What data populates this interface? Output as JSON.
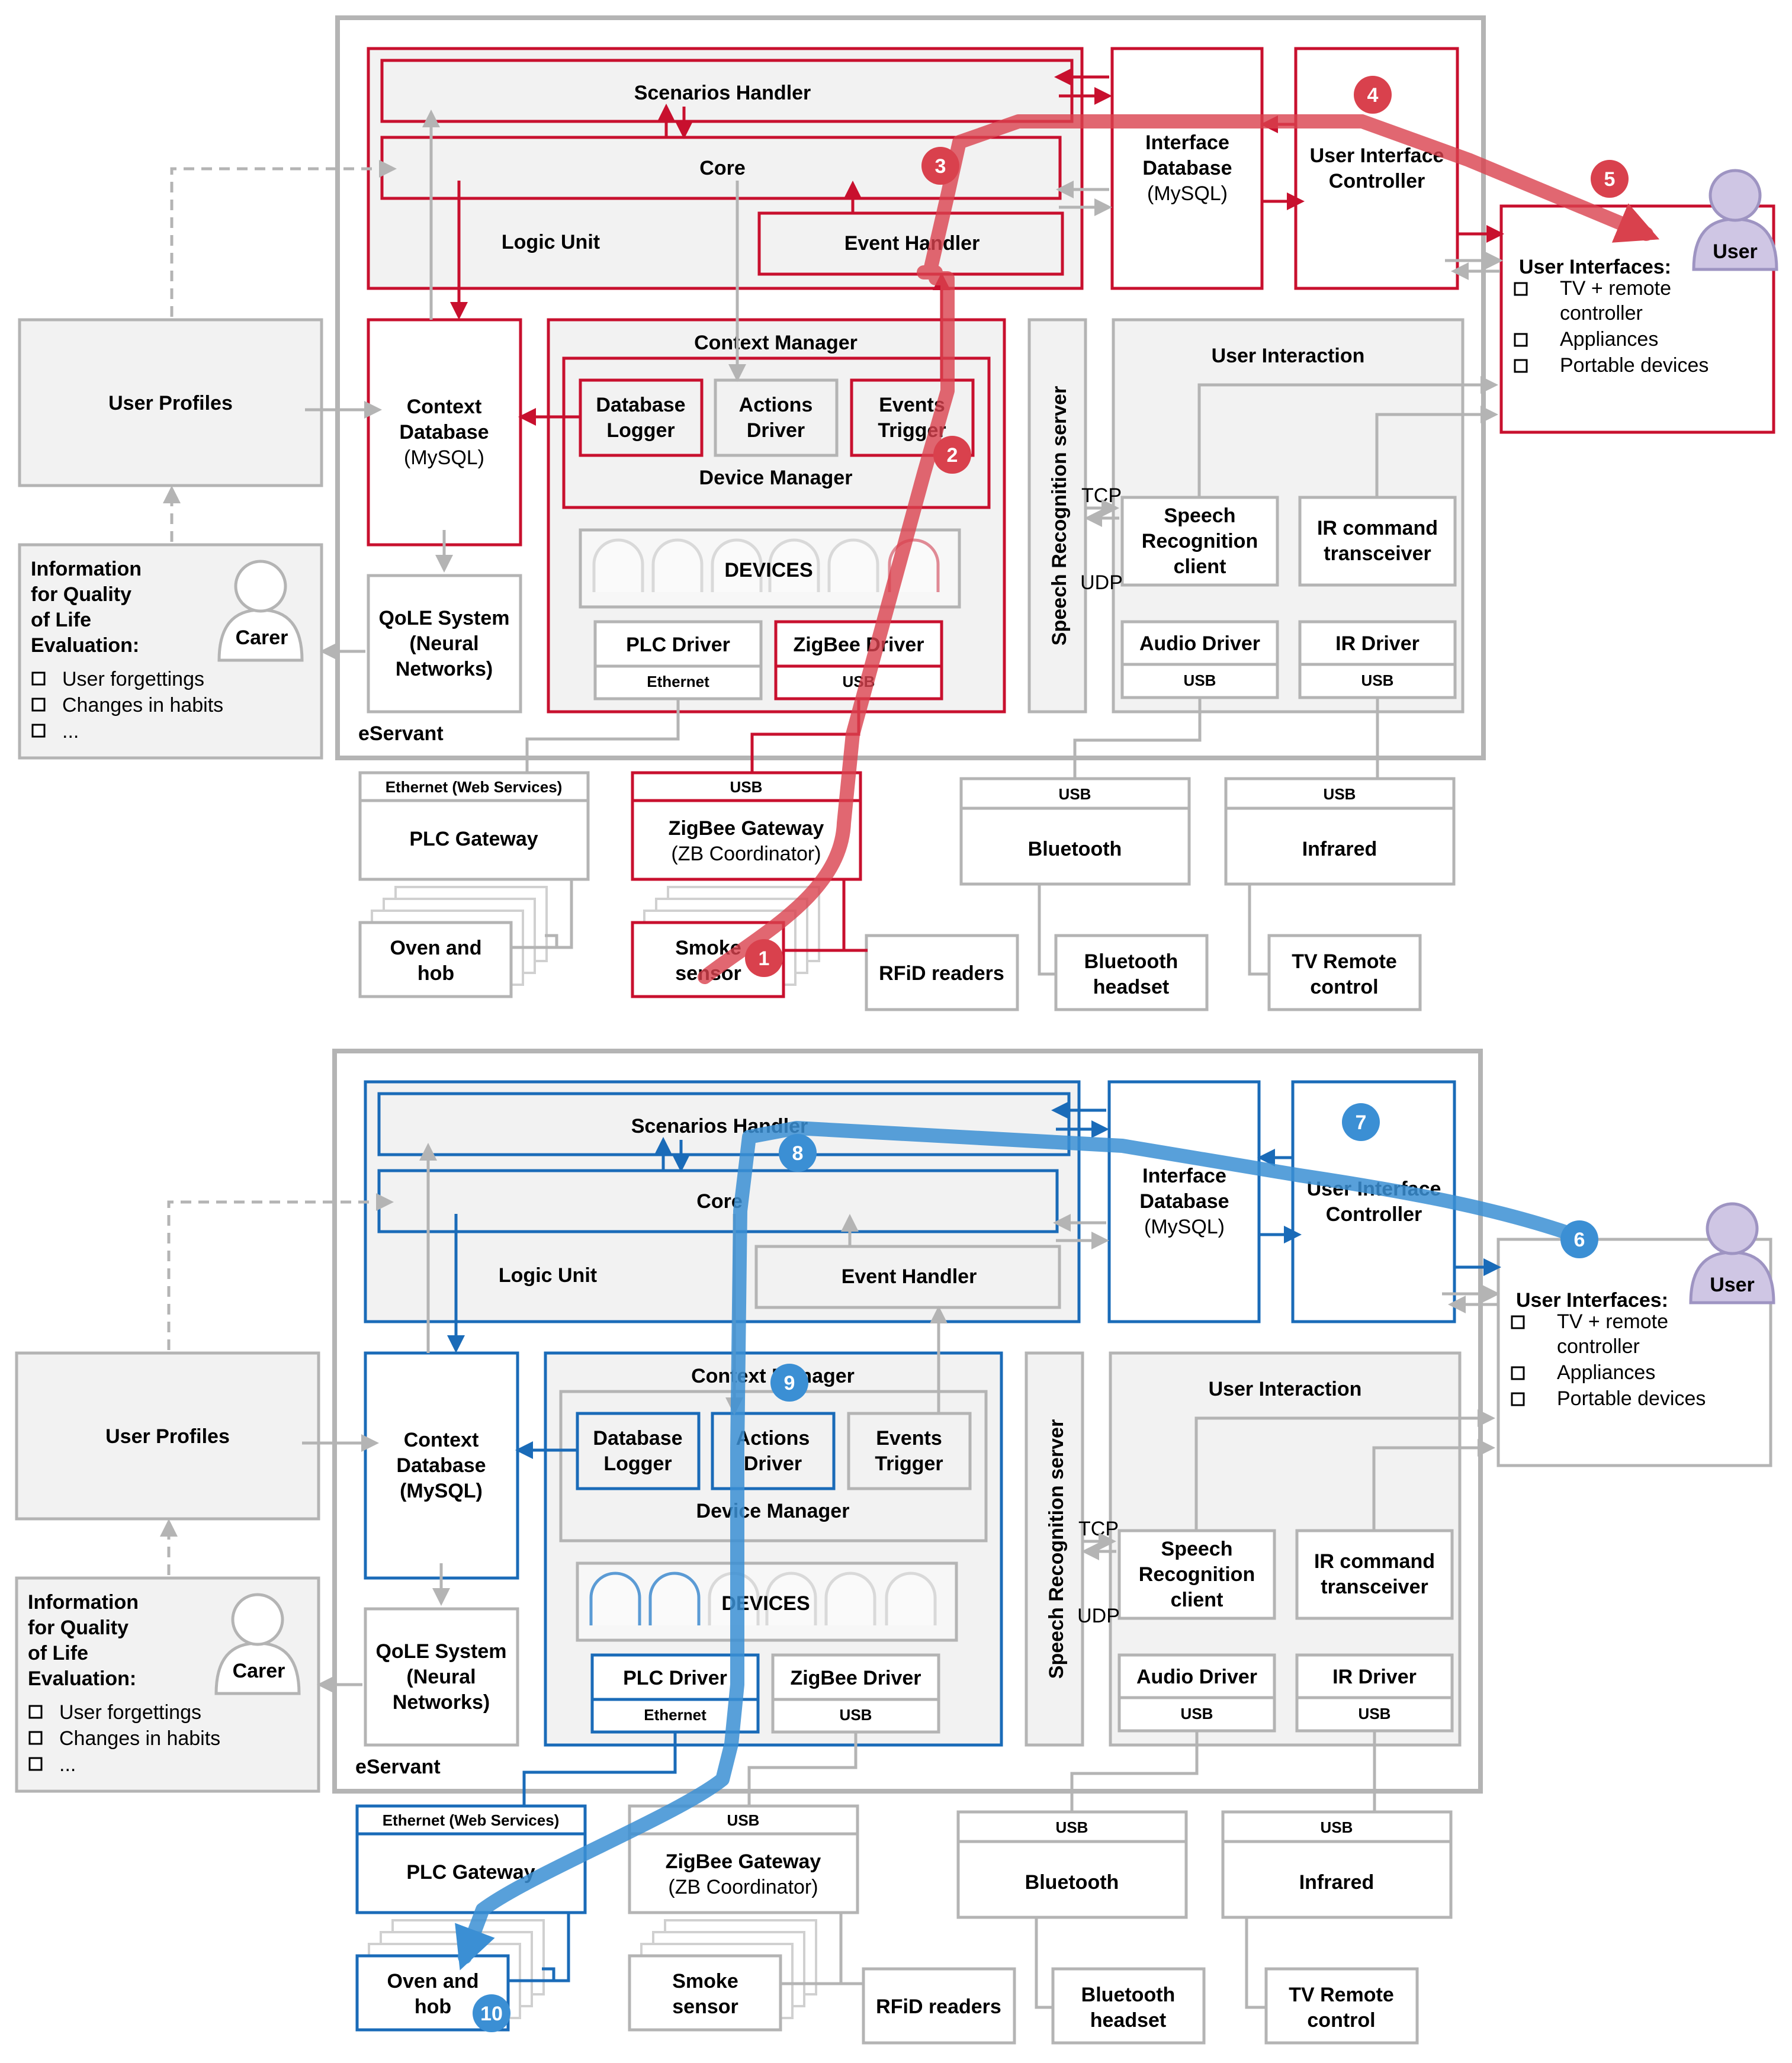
{
  "colors": {
    "accent_top": "#c8102e",
    "accent_bottom": "#1a6bb8",
    "grey": "#b4b4b4",
    "fill_light": "#f2f2f2"
  },
  "panels": [
    {
      "id": "top",
      "logic_unit": {
        "scenarios_handler": "Scenarios Handler",
        "core": "Core",
        "logic_unit_label": "Logic Unit",
        "event_handler": "Event Handler"
      },
      "interface_database": [
        "Interface",
        "Database",
        "(MySQL)"
      ],
      "ui_controller": [
        "User Interface",
        "Controller"
      ],
      "user_interfaces": {
        "title": "User Interfaces:",
        "items": [
          "TV + remote",
          "controller",
          "Appliances",
          "Portable devices"
        ]
      },
      "user_label": "User",
      "user_profiles": "User Profiles",
      "context_database": [
        "Context",
        "Database",
        "(MySQL)"
      ],
      "context_manager": "Context Manager",
      "database_logger": [
        "Database",
        "Logger"
      ],
      "actions_driver": [
        "Actions",
        "Driver"
      ],
      "events_trigger": [
        "Events",
        "Trigger"
      ],
      "device_manager": "Device Manager",
      "devices": "DEVICES",
      "plc_driver": "PLC Driver",
      "plc_driver_port": "Ethernet",
      "zigbee_driver": "ZigBee Driver",
      "zigbee_driver_port": "USB",
      "speech_server": "Speech Recognition server",
      "user_interaction": "User Interaction",
      "tcp": "TCP",
      "udp": "UDP",
      "speech_client": [
        "Speech",
        "Recognition",
        "client"
      ],
      "ir_transceiver": [
        "IR command",
        "transceiver"
      ],
      "audio_driver": "Audio Driver",
      "audio_port": "USB",
      "ir_driver": "IR Driver",
      "ir_port": "USB",
      "qole": [
        "QoLE System",
        "(Neural",
        "Networks)"
      ],
      "info_title": [
        "Information",
        "for Quality",
        "of Life",
        "Evaluation:"
      ],
      "info_items": [
        "User forgettings",
        "Changes in habits",
        "..."
      ],
      "carer": "Carer",
      "eservant": "eServant",
      "plc_gateway_port": "Ethernet (Web Services)",
      "plc_gateway": "PLC Gateway",
      "zigbee_gateway_port": "USB",
      "zigbee_gateway": [
        "ZigBee Gateway",
        "(ZB Coordinator)"
      ],
      "bluetooth_port": "USB",
      "bluetooth": "Bluetooth",
      "infrared_port": "USB",
      "infrared": "Infrared",
      "oven": [
        "Oven and",
        "hob"
      ],
      "smoke": [
        "Smoke",
        "sensor"
      ],
      "rfid": "RFiD readers",
      "bt_headset": [
        "Bluetooth",
        "headset"
      ],
      "tv_remote": [
        "TV Remote",
        "control"
      ],
      "steps": [
        "1",
        "2",
        "3",
        "4",
        "5"
      ]
    },
    {
      "id": "bottom",
      "logic_unit": {
        "scenarios_handler": "Scenarios Handler",
        "core": "Core",
        "logic_unit_label": "Logic Unit",
        "event_handler": "Event Handler"
      },
      "interface_database": [
        "Interface",
        "Database",
        "(MySQL)"
      ],
      "ui_controller": [
        "User Interface",
        "Controller"
      ],
      "user_interfaces": {
        "title": "User Interfaces:",
        "items": [
          "TV + remote",
          "controller",
          "Appliances",
          "Portable devices"
        ]
      },
      "user_label": "User",
      "user_profiles": "User Profiles",
      "context_database": [
        "Context",
        "Database",
        "(MySQL)"
      ],
      "context_manager": "Context Manager",
      "database_logger": [
        "Database",
        "Logger"
      ],
      "actions_driver": [
        "Actions",
        "Driver"
      ],
      "events_trigger": [
        "Events",
        "Trigger"
      ],
      "device_manager": "Device Manager",
      "devices": "DEVICES",
      "plc_driver": "PLC Driver",
      "plc_driver_port": "Ethernet",
      "zigbee_driver": "ZigBee Driver",
      "zigbee_driver_port": "USB",
      "speech_server": "Speech Recognition server",
      "user_interaction": "User Interaction",
      "tcp": "TCP",
      "udp": "UDP",
      "speech_client": [
        "Speech",
        "Recognition",
        "client"
      ],
      "ir_transceiver": [
        "IR command",
        "transceiver"
      ],
      "audio_driver": "Audio Driver",
      "audio_port": "USB",
      "ir_driver": "IR Driver",
      "ir_port": "USB",
      "qole": [
        "QoLE System",
        "(Neural",
        "Networks)"
      ],
      "info_title": [
        "Information",
        "for Quality",
        "of Life",
        "Evaluation:"
      ],
      "info_items": [
        "User forgettings",
        "Changes in habits",
        "..."
      ],
      "carer": "Carer",
      "eservant": "eServant",
      "plc_gateway_port": "Ethernet (Web Services)",
      "plc_gateway": "PLC Gateway",
      "zigbee_gateway_port": "USB",
      "zigbee_gateway": [
        "ZigBee Gateway",
        "(ZB Coordinator)"
      ],
      "bluetooth_port": "USB",
      "bluetooth": "Bluetooth",
      "infrared_port": "USB",
      "infrared": "Infrared",
      "oven": [
        "Oven and",
        "hob"
      ],
      "smoke": [
        "Smoke",
        "sensor"
      ],
      "rfid": "RFiD readers",
      "bt_headset": [
        "Bluetooth",
        "headset"
      ],
      "tv_remote": [
        "TV Remote",
        "control"
      ],
      "steps": [
        "6",
        "7",
        "8",
        "9",
        "10"
      ]
    }
  ]
}
